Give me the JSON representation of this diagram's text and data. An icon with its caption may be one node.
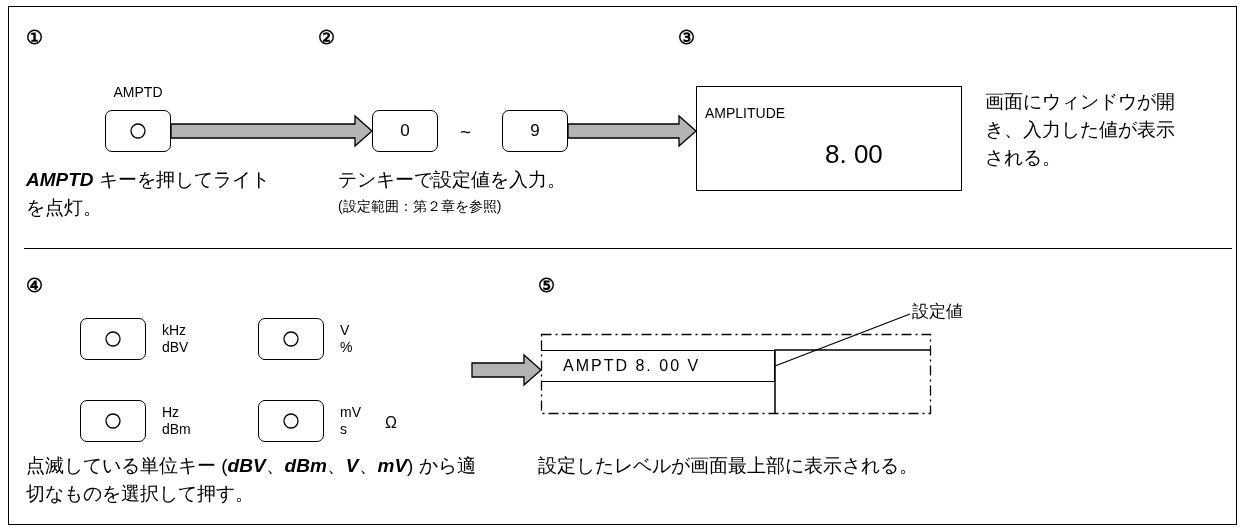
{
  "diagram": {
    "nodes": [
      {
        "text": [
          "AMPTD"
        ]
      },
      {
        "text": [
          "0"
        ]
      },
      {
        "text": [
          "9"
        ]
      },
      {
        "text": [
          "AMPLITUDE",
          "8. 00"
        ]
      },
      {
        "text": [
          "kHz dBV"
        ]
      },
      {
        "text": [
          "V %"
        ]
      },
      {
        "text": [
          "Hz dBm"
        ]
      },
      {
        "text": [
          "mV s"
        ],
        "beside": [
          "Ω"
        ]
      },
      {
        "text": [
          "設定値"
        ]
      },
      {
        "text": [],
        "shape": "box"
      },
      {
        "text": [
          "AMPTD 8. 00 V"
        ],
        "in": 9
      }
    ],
    "edges": [
      {
        "from": 0,
        "to": 1,
        "arrow": "to"
      },
      {
        "from": 2,
        "to": 3,
        "arrow": "to"
      },
      {
        "from": null,
        "to": 9,
        "arrow": "to"
      },
      {
        "from": 8,
        "to": 10,
        "arrow": "none"
      }
    ],
    "labels": [
      "①",
      "②",
      "③",
      "~",
      "**AMPTD** キーを押してライトを点灯。",
      "テンキーで設定値を入力。",
      "(設定範囲：第２章を参照)",
      "画面にウィンドウが開き、入力した値が表示される。",
      "④",
      "⑤",
      "点滅している単位キー (**dBV**、**dBm**、**V**、**mV**) から適切なものを選択して押す。",
      "設定したレベルが画面最上部に表示される。"
    ]
  }
}
